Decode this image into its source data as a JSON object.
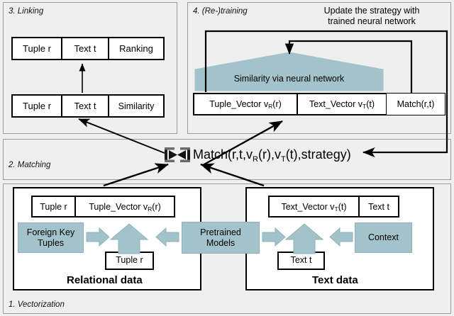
{
  "panels": {
    "linking": {
      "label": "3. Linking"
    },
    "retraining": {
      "label": "4. (Re-)training"
    },
    "matching": {
      "label": "2. Matching"
    },
    "vectorization": {
      "label": "1. Vectorization"
    }
  },
  "linking": {
    "top_row": [
      "Tuple r",
      "Text t",
      "Ranking"
    ],
    "bottom_row": [
      "Tuple r",
      "Text t",
      "Similarity"
    ]
  },
  "retraining": {
    "update_note": "Update the strategy with\ntrained neural network",
    "update_note_line1": "Update the strategy with",
    "update_note_line2": "trained neural network",
    "trapezoid_label": "Similarity via neural network",
    "row": [
      "Tuple_Vector vR(r)",
      "Text_Vector vT(t)",
      "Match(r,t)"
    ],
    "cells": [
      {
        "base": "Tuple_Vector v",
        "sub": "R",
        "tail": "(r)"
      },
      {
        "base": "Text_Vector v",
        "sub": "T",
        "tail": "(t)"
      },
      {
        "base": "Match(r,t)",
        "sub": "",
        "tail": ""
      }
    ]
  },
  "matching": {
    "join_icon": "join-bowtie-icon",
    "expression_base": "Match(r,t,v",
    "expression_sub1": "R",
    "expression_mid": "(r),v",
    "expression_sub2": "T",
    "expression_tail": "(t),strategy)"
  },
  "vectorization": {
    "relational": {
      "caption": "Relational data",
      "row": [
        {
          "base": "Tuple r",
          "sub": "",
          "tail": ""
        },
        {
          "base": "Tuple_Vector v",
          "sub": "R",
          "tail": "(r)"
        }
      ],
      "left_box": "Foreign Key\nTuples",
      "left_box_line1": "Foreign Key",
      "left_box_line2": "Tuples",
      "under_box": "Tuple r"
    },
    "text": {
      "caption": "Text  data",
      "row": [
        {
          "base": "Text_Vector v",
          "sub": "T",
          "tail": "(t)"
        },
        {
          "base": "Text t",
          "sub": "",
          "tail": ""
        }
      ],
      "right_box": "Context",
      "under_box": "Text t"
    },
    "shared": {
      "pretrained_line1": "Pretrained",
      "pretrained_line2": "Models"
    }
  },
  "colors": {
    "teal": "#a2c3c9",
    "panel_bg": "#efefef",
    "box_bg": "#ffffff",
    "stroke": "#000000"
  }
}
